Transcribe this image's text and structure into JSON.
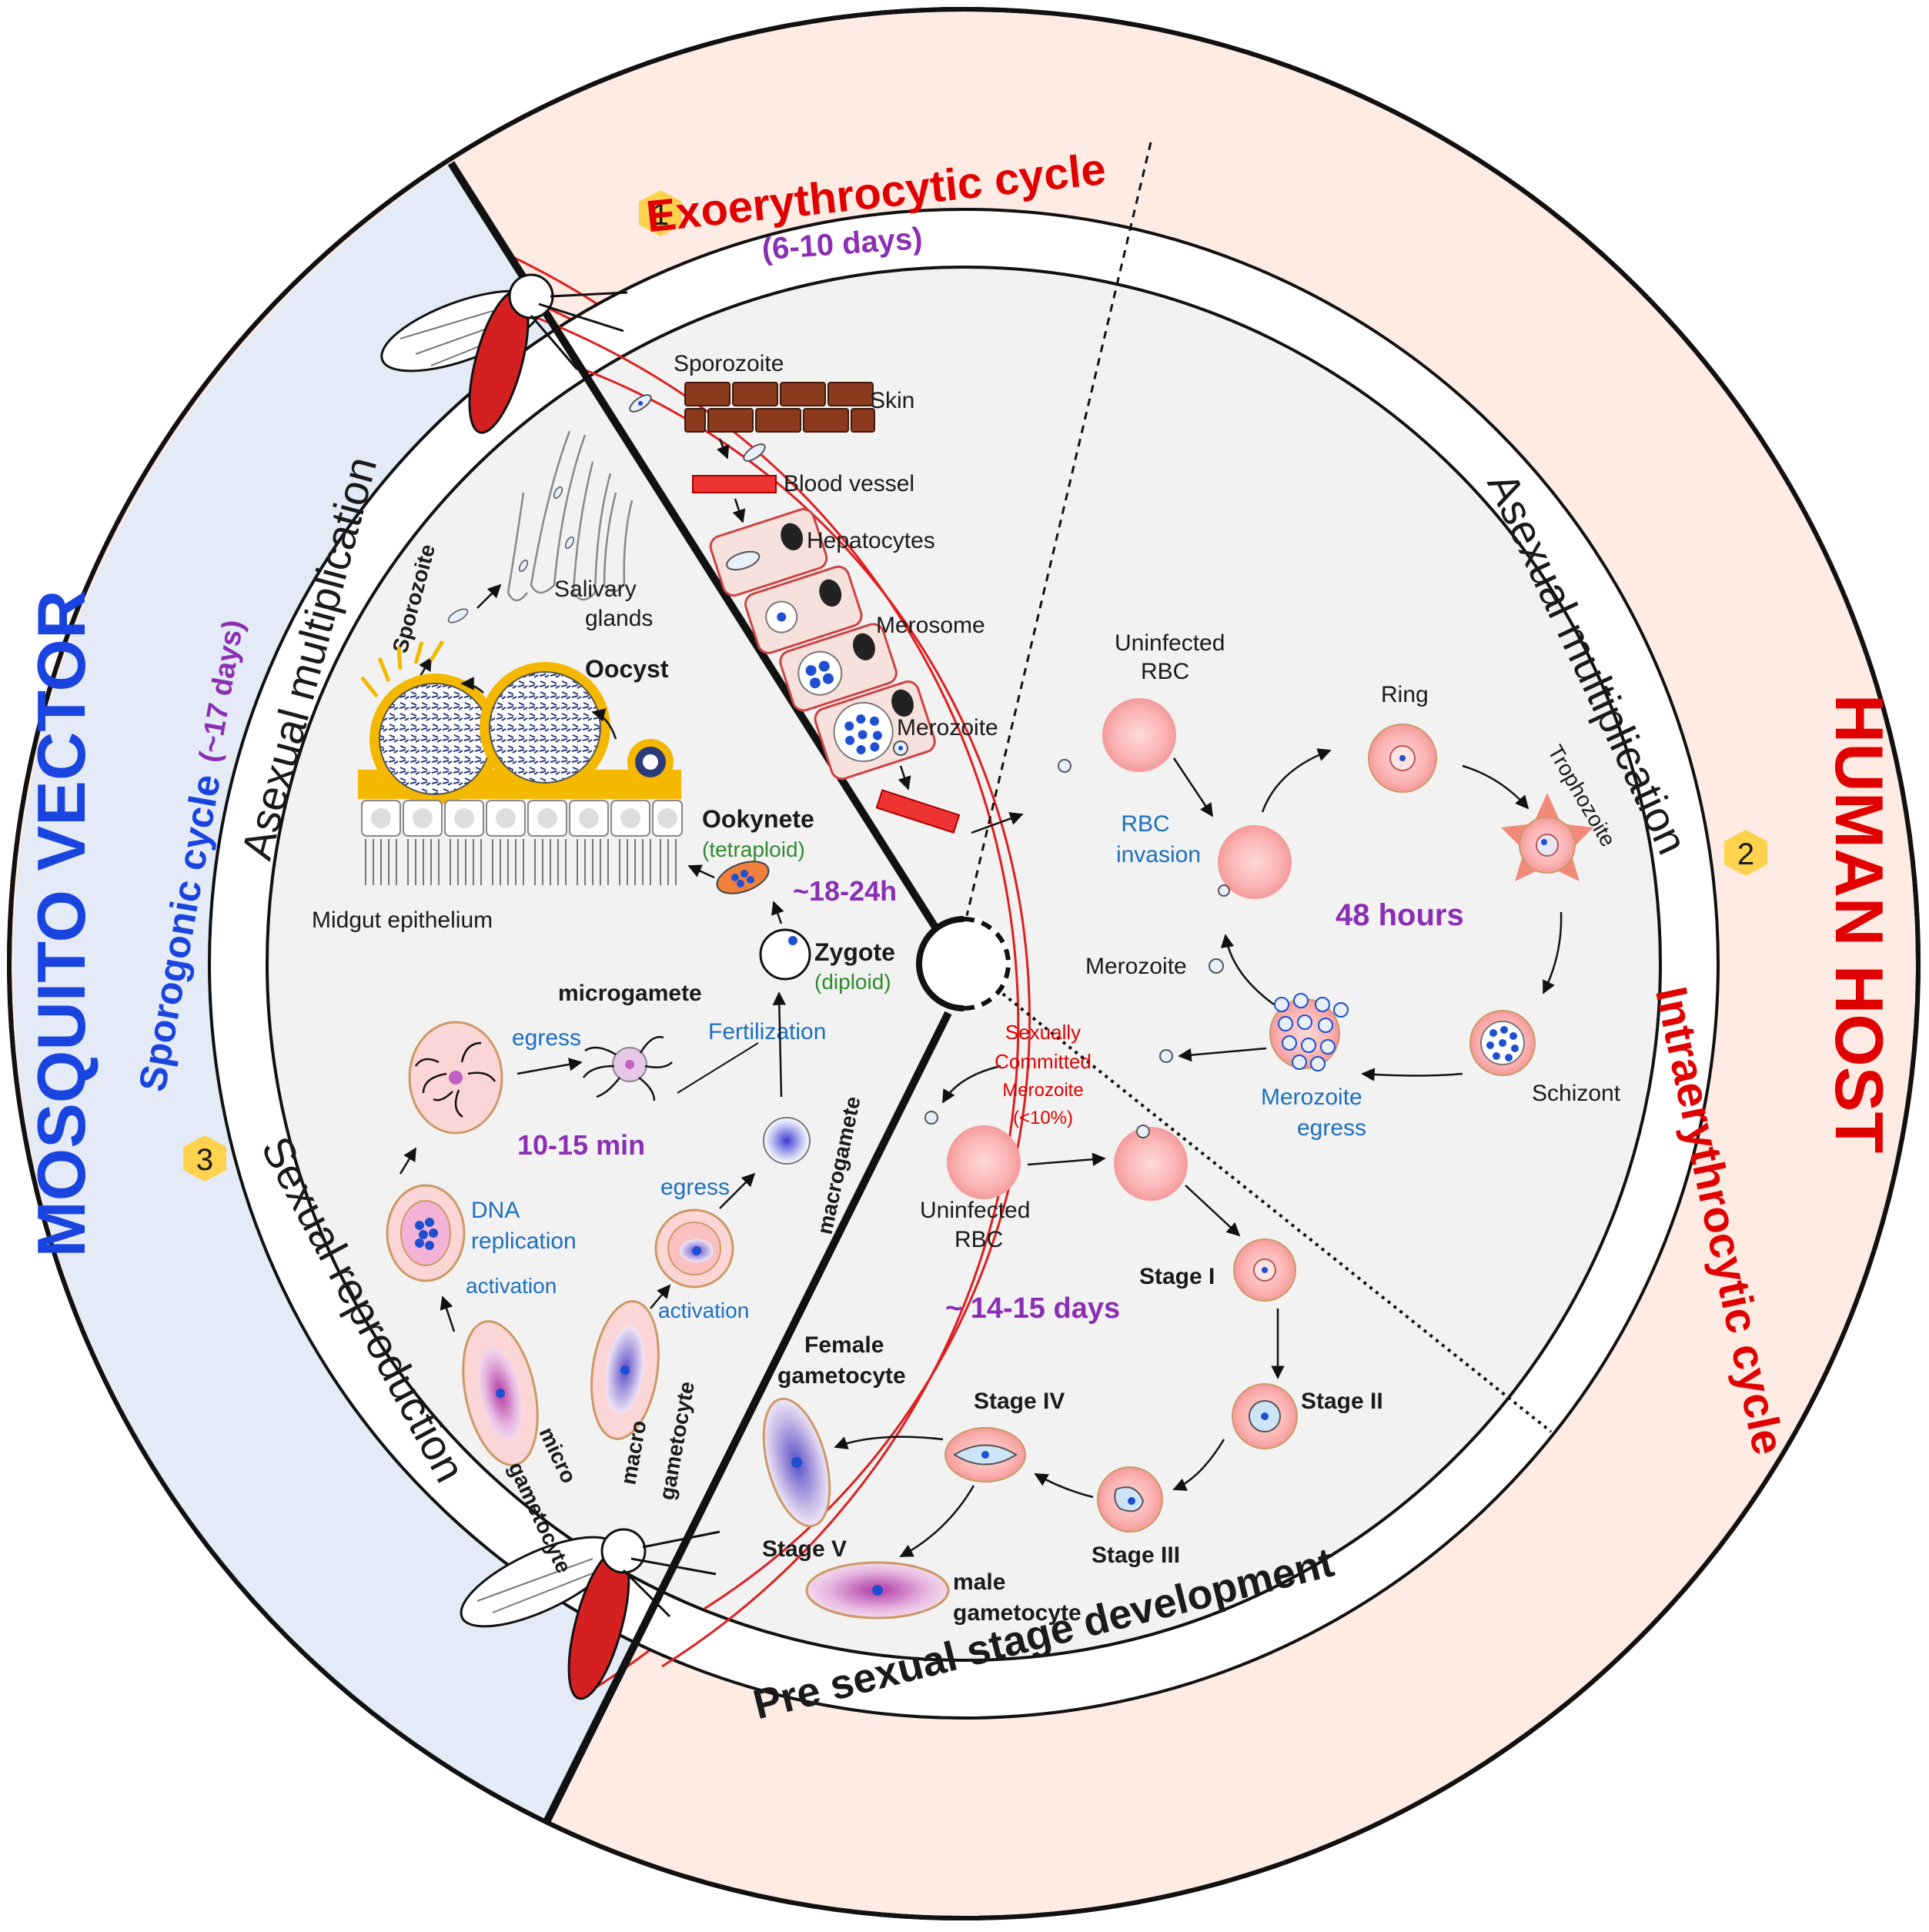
{
  "sectors": {
    "mosquito_vector": "MOSQUITO VECTOR",
    "human_host": "HUMAN HOST"
  },
  "cycles": {
    "exo": {
      "num": "1",
      "title": "Exoerythrocytic cycle",
      "duration": "(6-10 days)"
    },
    "intra": {
      "num": "2",
      "title": "Intraerythrocytic cycle"
    },
    "sporo": {
      "num": "3",
      "title": "Sporogonic cycle",
      "duration": "(~17 days)"
    }
  },
  "bands": {
    "asexual_left": "Asexual multiplication",
    "sexual": "Sexual reproduction",
    "asexual_right": "Asexual multiplication",
    "presexual": "Pre sexual stage  development"
  },
  "exo_labels": {
    "sporozoite": "Sporozoite",
    "skin": "Skin",
    "blood_vessel": "Blood vessel",
    "hepatocytes": "Hepatocytes",
    "merosome": "Merosome",
    "merozoite": "Merozoite"
  },
  "intra_labels": {
    "uninfected_rbc_1": [
      "Uninfected",
      "RBC"
    ],
    "ring": "Ring",
    "trophozoite": "Trophozoite",
    "rbc_invasion": [
      "RBC",
      "invasion"
    ],
    "hours48": "48 hours",
    "schizont": "Schizont",
    "merozoite": "Merozoite",
    "merozoite_egress": [
      "Merozoite",
      "egress"
    ],
    "sexually_committed": [
      "Sexually",
      "Committed",
      "Merozoite",
      "(<10%)"
    ],
    "uninfected_rbc_2": [
      "Uninfected",
      "RBC"
    ],
    "days14": "~ 14-15 days",
    "stage1": "Stage I",
    "stage2": "Stage II",
    "stage3": "Stage III",
    "stage4": "Stage IV",
    "stage5": "Stage V",
    "female_gametocyte": [
      "Female",
      "gametocyte"
    ],
    "male_gametocyte": [
      "male",
      "gametocyte"
    ]
  },
  "sporo_labels": {
    "sporozoite": "Sporozoite",
    "salivary_glands": [
      "Salivary",
      "glands"
    ],
    "oocyst": "Oocyst",
    "ookinete": "Ookynete",
    "tetraploid": "(tetraploid)",
    "hours18": "~18-24h",
    "midgut": "Midgut epithelium",
    "zygote": "Zygote",
    "diploid": "(diploid)",
    "microgamete": "microgamete",
    "egress1": "egress",
    "fertilization": "Fertilization",
    "min10": "10-15 min",
    "macrogamete": "macrogamete",
    "egress2": "egress",
    "dna_replication": [
      "DNA",
      "replication"
    ],
    "activation1": "activation",
    "activation2": "activation",
    "micro_gametocyte": [
      "micro",
      "gametocyte"
    ],
    "macro_gametocyte": [
      "macro",
      "gametocyte"
    ]
  },
  "colors": {
    "mosquito_bg": "#e4ebf6",
    "human_bg": "#fdebe4",
    "inner_bg": "#f2f2f2",
    "red_line": "#dd1f1f",
    "vector_blue": "#1a44e0",
    "host_red": "#e00000",
    "purple": "#8a2fb3",
    "badge": "#ffd24d"
  }
}
